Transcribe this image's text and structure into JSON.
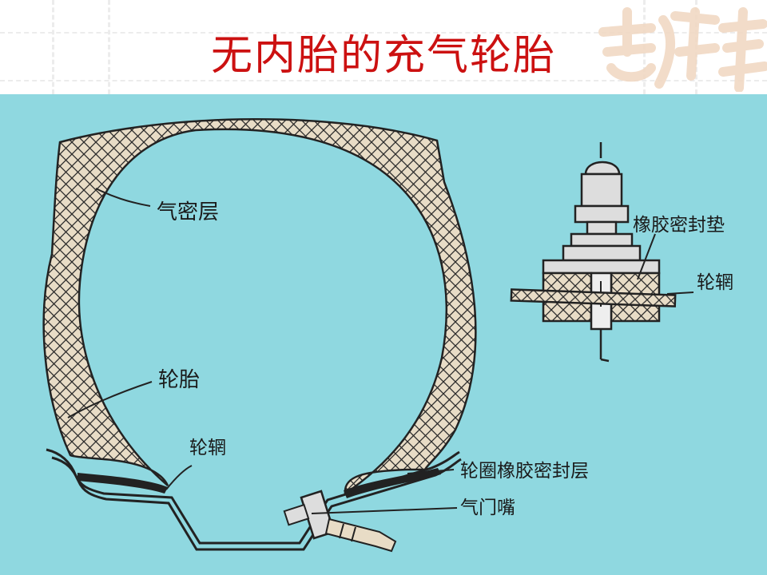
{
  "title": "无内胎的充气轮胎",
  "colors": {
    "title": "#cc1111",
    "panel": "#8fd8e0",
    "rubber": "#e8dcc6",
    "hatch": "#2a2a2a"
  },
  "labels": {
    "inner_liner": "气密层",
    "tire": "轮胎",
    "rim_main": "轮辋",
    "rim_seal": "轮圈橡胶密封层",
    "valve": "气门嘴",
    "rubber_gasket": "橡胶密封垫",
    "rim_detail": "轮辋"
  }
}
